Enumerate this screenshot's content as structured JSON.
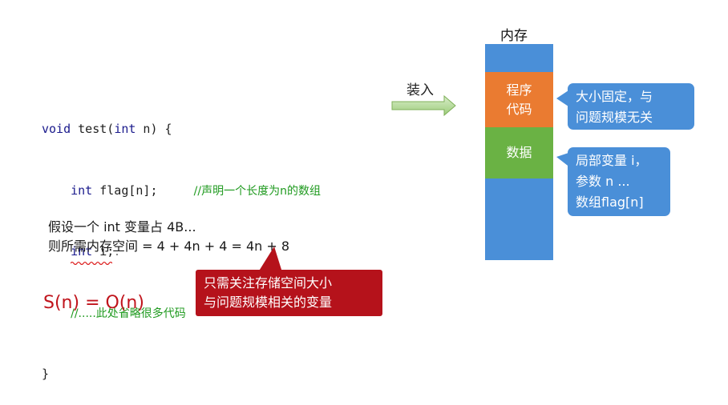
{
  "code": {
    "line1": {
      "void": "void",
      "rest": " test(",
      "int": "int",
      "tail": " n) {"
    },
    "line2": {
      "int": "int",
      "rest": " flag[n];     ",
      "comment": "//声明一个长度为n的数组"
    },
    "line3": {
      "int": "int",
      "rest": " i",
      "semi": ";",
      "dot": "."
    },
    "line4": {
      "comment": "//.....此处省略很多代码"
    },
    "line5": "}"
  },
  "arrow_label": "装入",
  "memory": {
    "title": "内存",
    "code_segment": "程序\n代码",
    "data_segment": "数据"
  },
  "callouts": {
    "code_note": "大小固定，与\n问题规模无关",
    "data_note": "局部变量 i，\n参数 n ...\n数组flag[n]"
  },
  "assumption": {
    "line1": "假设一个 int 变量占 4B...",
    "line2": "则所需内存空间 = 4 + 4n + 4 = 4n + 8"
  },
  "red_note": "只需关注存储空间大小\n与问题规模相关的变量",
  "formula": "S(n) = O(n)",
  "colors": {
    "memory_blue": "#4a8fd8",
    "code_orange": "#ea7b31",
    "data_green": "#6ab244",
    "callout_blue": "#4a8fd8",
    "red": "#b5121b",
    "formula_red": "#c0141c",
    "comment_green": "#1f9a1f"
  },
  "icons": [
    "right-arrow-icon"
  ]
}
